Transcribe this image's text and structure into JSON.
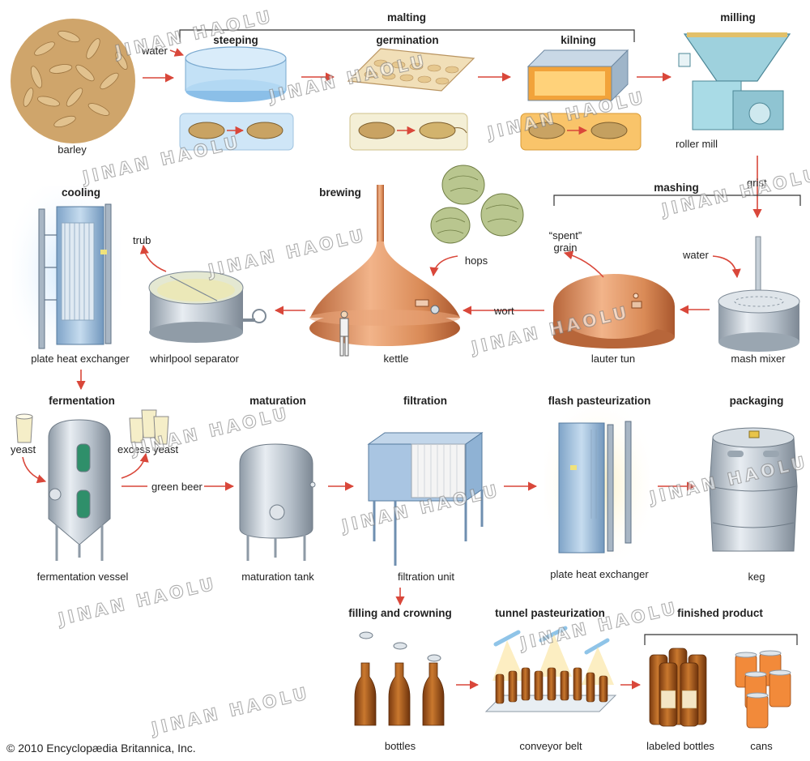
{
  "watermark": "JINAN HAOLU",
  "copyright": "© 2010 Encyclopædia Britannica, Inc.",
  "sections": {
    "malting": "malting",
    "steeping": "steeping",
    "germination": "germination",
    "kilning": "kilning",
    "milling": "milling",
    "mashing": "mashing",
    "brewing": "brewing",
    "cooling": "cooling",
    "fermentation": "fermentation",
    "maturation": "maturation",
    "filtration": "filtration",
    "flash_pasteurization": "flash pasteurization",
    "packaging": "packaging",
    "filling_and_crowning": "filling and crowning",
    "tunnel_pasteurization": "tunnel pasteurization",
    "finished_product": "finished product"
  },
  "labels": {
    "water_top": "water",
    "barley": "barley",
    "roller_mill": "roller mill",
    "grist": "grist",
    "water_mash": "water",
    "mash_mixer": "mash mixer",
    "spent_grain": "“spent”\ngrain",
    "lauter_tun": "lauter tun",
    "wort": "wort",
    "hops": "hops",
    "kettle": "kettle",
    "trub": "trub",
    "whirlpool_separator": "whirlpool separator",
    "plate_heat_exchanger_1": "plate heat exchanger",
    "yeast": "yeast",
    "excess_yeast": "excess yeast",
    "green_beer": "green beer",
    "fermentation_vessel": "fermentation vessel",
    "maturation_tank": "maturation tank",
    "filtration_unit": "filtration unit",
    "plate_heat_exchanger_2": "plate heat exchanger",
    "keg": "keg",
    "bottles": "bottles",
    "conveyor_belt": "conveyor belt",
    "labeled_bottles": "labeled bottles",
    "cans": "cans"
  },
  "colors": {
    "arrow": "#d9473a",
    "copper": "#d98a56",
    "steel": "#b9c3cc",
    "blue_equipment": "#8fb2d4",
    "amber_bottle": "#a8561c",
    "barley": "#d7b27a",
    "hops": "#b7c48c"
  }
}
